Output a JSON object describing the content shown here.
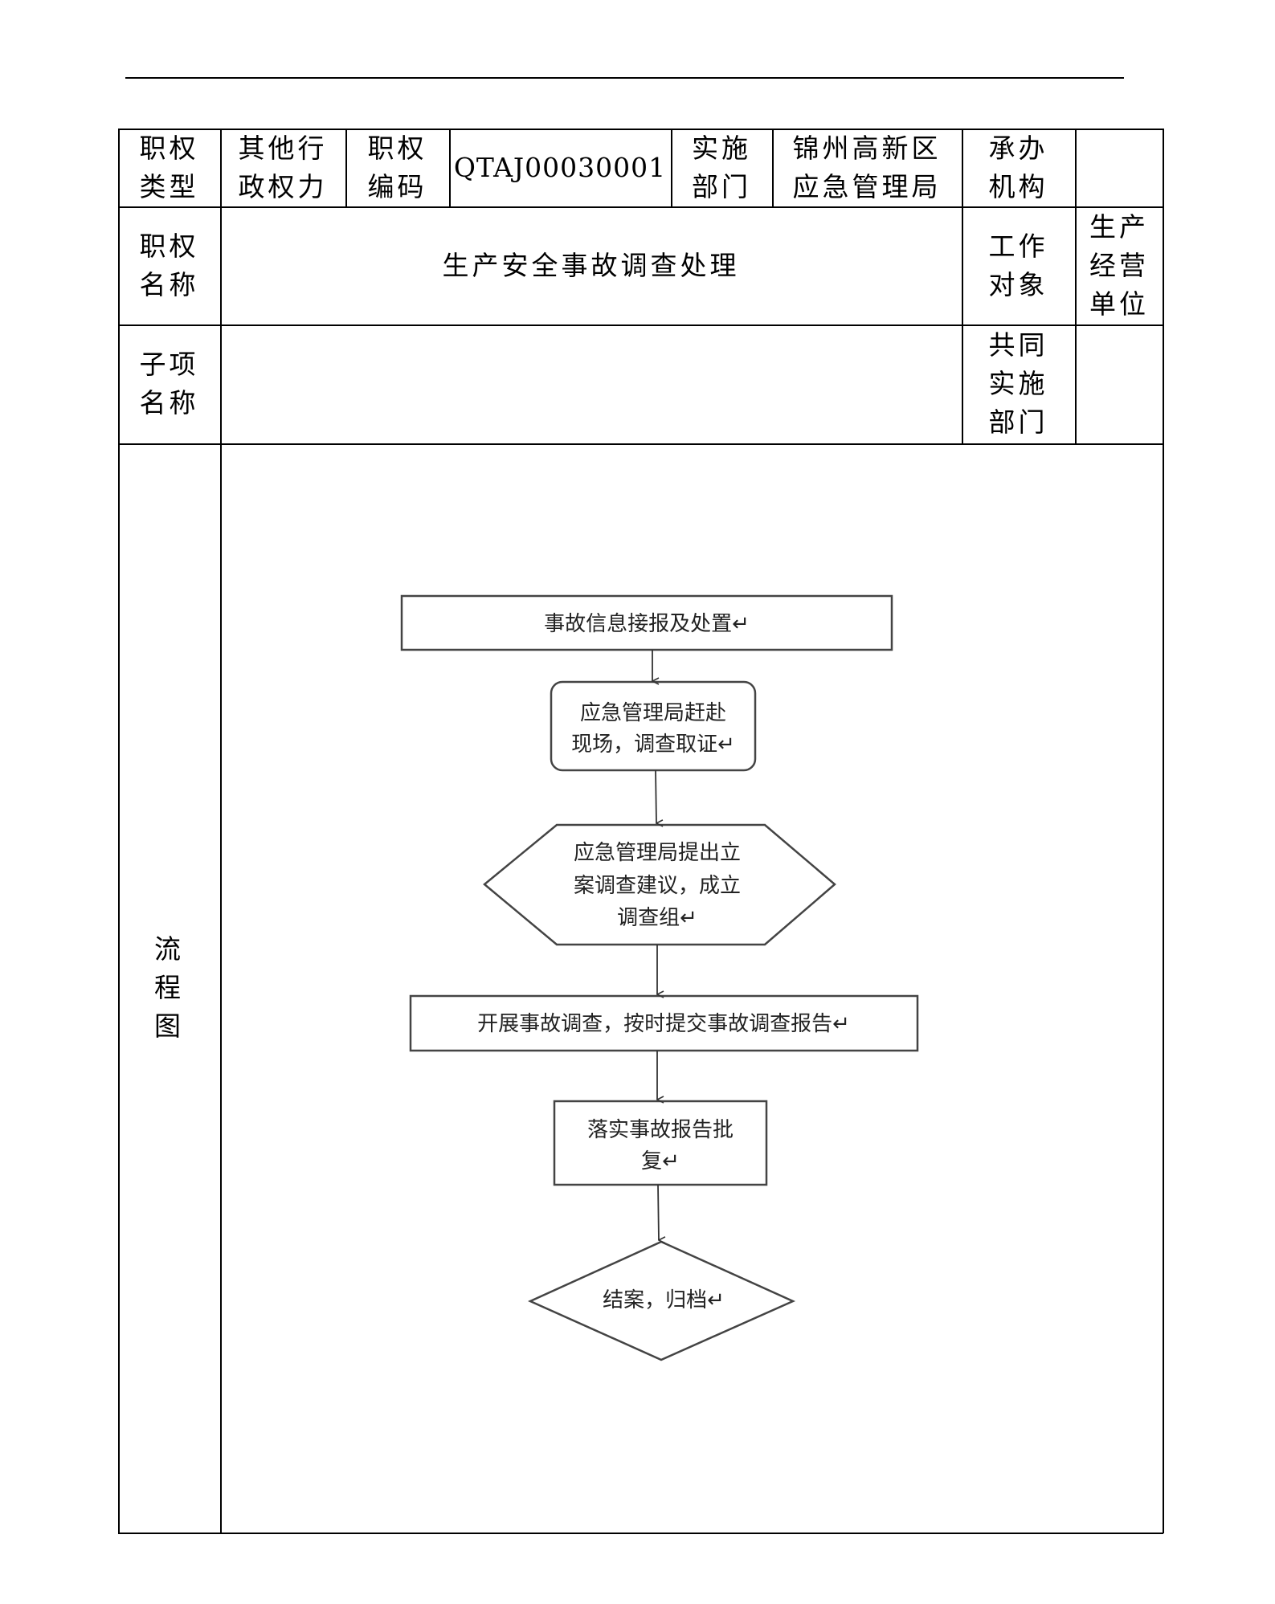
{
  "table": {
    "row1": {
      "type_label": "职权类型",
      "type_value": "其他行政权力",
      "code_label": "职权编码",
      "code_value": "QTAJ00030001",
      "dept_label": "实施部门",
      "dept_value": "锦州高新区应急管理局",
      "org_label": "承办机构",
      "org_value": ""
    },
    "row2": {
      "name_label": "职权名称",
      "name_value": "生产安全事故调查处理",
      "target_label": "工作对象",
      "target_value": "生产经营单位"
    },
    "row3": {
      "sub_label": "子项名称",
      "sub_value": "",
      "co_dept_label": "共同实施部门",
      "co_dept_value": ""
    },
    "row4": {
      "flow_label": "流程图"
    }
  },
  "flowchart": {
    "steps": [
      {
        "shape": "rectangle",
        "lines": [
          "事故信息接报及处置↵"
        ]
      },
      {
        "shape": "rounded-rectangle",
        "lines": [
          "应急管理局赶赴",
          "现场，调查取证↵"
        ]
      },
      {
        "shape": "hexagon",
        "lines": [
          "应急管理局提出立",
          "案调查建议，成立",
          "调查组↵"
        ]
      },
      {
        "shape": "rectangle",
        "lines": [
          "开展事故调查，按时提交事故调查报告↵"
        ]
      },
      {
        "shape": "rectangle",
        "lines": [
          "落实事故报告批",
          "复↵"
        ]
      },
      {
        "shape": "diamond",
        "lines": [
          "结案，归档↵"
        ]
      }
    ]
  }
}
